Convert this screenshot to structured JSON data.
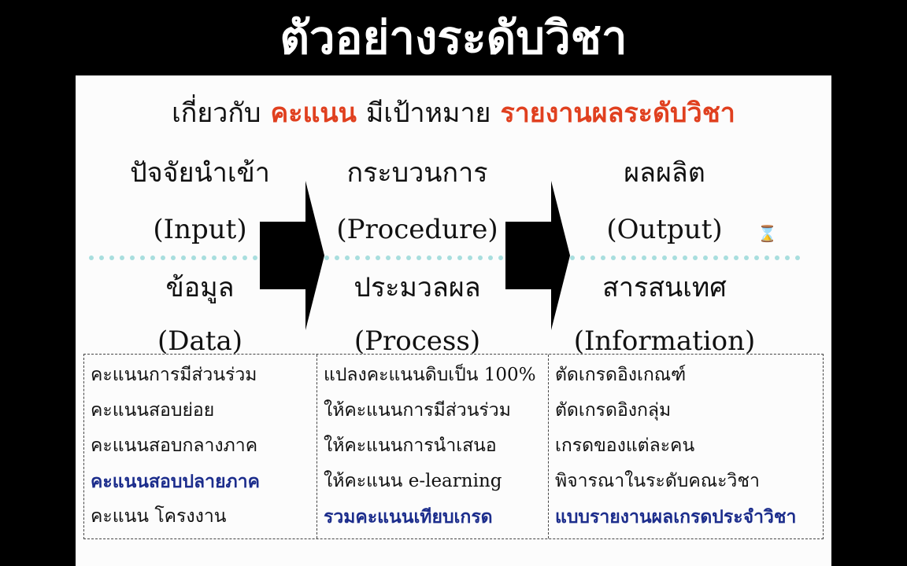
{
  "title": "ตัวอย่างระดับวิชา",
  "subtitle": {
    "part1": "เกี่ยวกับ",
    "highlight1": "คะแนน",
    "part2": "มีเป้าหมาย",
    "highlight2": "รายงานผลระดับวิชา"
  },
  "colors": {
    "background": "#000000",
    "panel": "#fcfcfc",
    "highlight": "#e0401f",
    "emphasis": "#1c2d8c",
    "dots": "#a8dede"
  },
  "columns": [
    {
      "heading_th": "ปัจจัยนำเข้า",
      "heading_en": "(Input)",
      "sub_th": "ข้อมูล",
      "sub_en": "(Data)",
      "items": [
        {
          "text": "คะแนนการมีส่วนร่วม",
          "emphasis": false
        },
        {
          "text": "คะแนนสอบย่อย",
          "emphasis": false
        },
        {
          "text": "คะแนนสอบกลางภาค",
          "emphasis": false
        },
        {
          "text": "คะแนนสอบปลายภาค",
          "emphasis": true
        },
        {
          "text": "คะแนน โครงงาน",
          "emphasis": false
        }
      ]
    },
    {
      "heading_th": "กระบวนการ",
      "heading_en": "(Procedure)",
      "sub_th": "ประมวลผล",
      "sub_en": "(Process)",
      "items": [
        {
          "text": "แปลงคะแนนดิบเป็น 100%",
          "emphasis": false
        },
        {
          "text": "ให้คะแนนการมีส่วนร่วม",
          "emphasis": false
        },
        {
          "text": "ให้คะแนนการนำเสนอ",
          "emphasis": false
        },
        {
          "text": "ให้คะแนน e-learning",
          "emphasis": false
        },
        {
          "text": "รวมคะแนนเทียบเกรด",
          "emphasis": true
        }
      ]
    },
    {
      "heading_th": "ผลผลิต",
      "heading_en": "(Output)",
      "sub_th": "สารสนเทศ",
      "sub_en": "(Information)",
      "items": [
        {
          "text": "ตัดเกรดอิงเกณฑ์",
          "emphasis": false
        },
        {
          "text": "ตัดเกรดอิงกลุ่ม",
          "emphasis": false
        },
        {
          "text": "เกรดของแต่ละคน",
          "emphasis": false
        },
        {
          "text": "พิจารณาในระดับคณะวิชา",
          "emphasis": false
        },
        {
          "text": "แบบรายงานผลเกรดประจำวิชา",
          "emphasis": true
        }
      ]
    }
  ],
  "icons": {
    "flow_arrow": "arrow-right-icon",
    "busy": "hourglass-icon"
  }
}
